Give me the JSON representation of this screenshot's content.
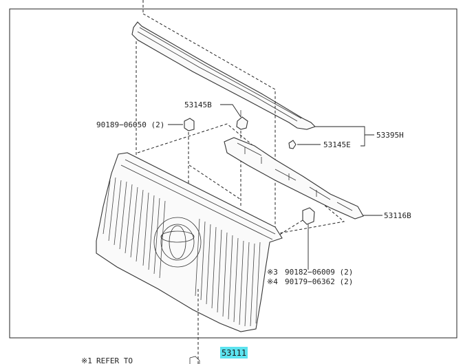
{
  "labels": {
    "p53145B": "53145B",
    "p90189": "90189−06050 (2)",
    "p53145E": "53145E",
    "p53395H": "53395H",
    "p53116B": "53116B",
    "p90182": "90182−06009 (2)",
    "p90179": "90179−06362 (2)",
    "p53111": "53111",
    "refer": "REFER TO"
  },
  "markers": {
    "m3": "※3",
    "m4": "※4",
    "m1": "※1"
  },
  "colors": {
    "highlight": "#5ce3ef",
    "line": "#222222"
  }
}
